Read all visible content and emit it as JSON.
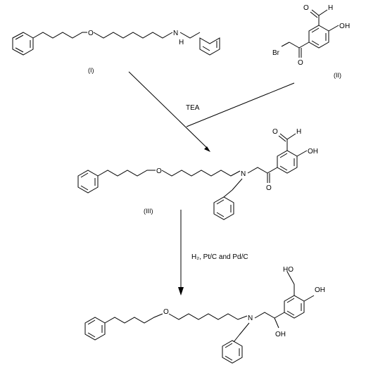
{
  "compound_I": {
    "label": "(I)",
    "atoms": {
      "O": "O",
      "N": "N",
      "H": "H"
    }
  },
  "compound_II": {
    "label": "(II)",
    "atoms": {
      "O_ald": "O",
      "H_ald": "H",
      "O_oh": "O",
      "H_oh": "H",
      "Br": "Br",
      "O_keto": "O"
    }
  },
  "reaction_1": {
    "reagent": "TEA"
  },
  "compound_III": {
    "label": "(III)",
    "atoms": {
      "O_ald": "O",
      "H_ald": "H",
      "OH": "OH",
      "O_ether": "O",
      "N": "N",
      "O_keto": "O"
    }
  },
  "reaction_2": {
    "reagent": "H₂, Pt/C and Pd/C"
  },
  "product": {
    "atoms": {
      "HO_top": "HO",
      "OH_ring": "OH",
      "O_ether": "O",
      "N": "N",
      "OH_bottom": "OH"
    }
  }
}
